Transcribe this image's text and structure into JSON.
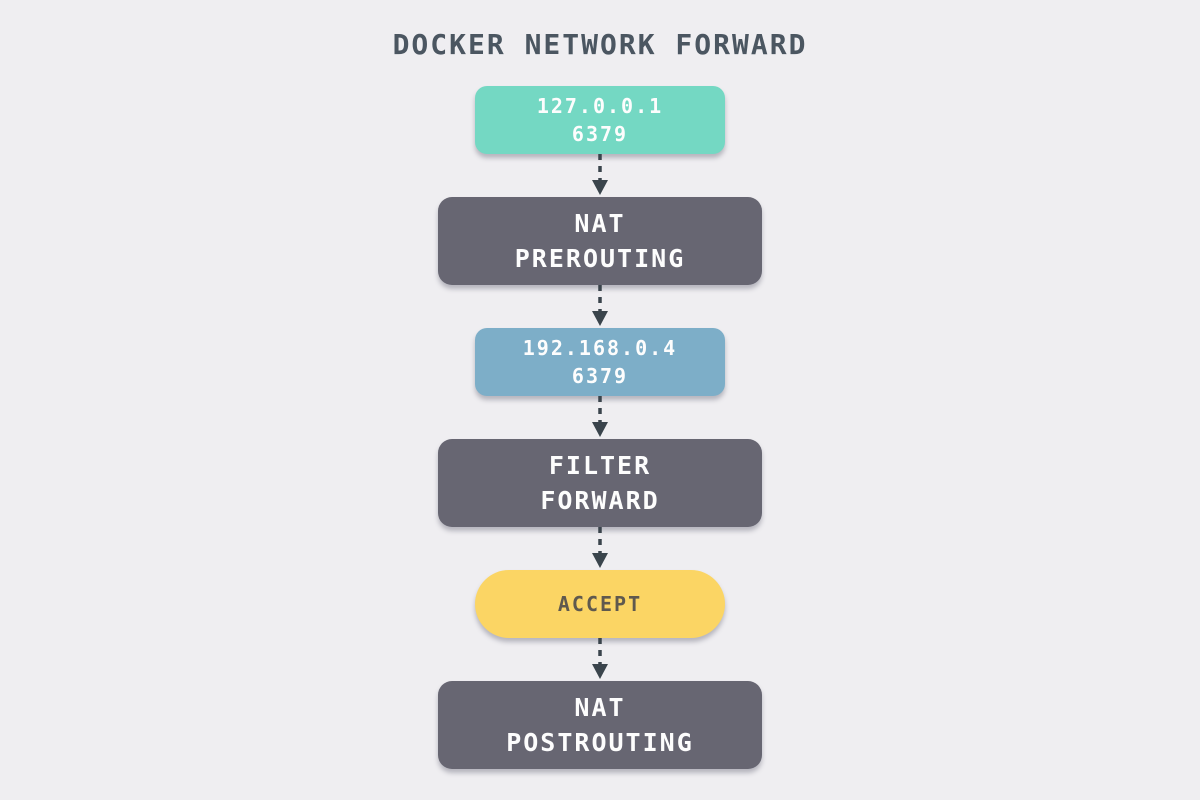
{
  "title": "DOCKER NETWORK FORWARD",
  "colors": {
    "bg": "#efeef1",
    "title": "#4b5661",
    "arrow": "#3a444c",
    "teal": "#74d8c3",
    "slate": "#676672",
    "blue": "#7daec8",
    "yellow": "#fbd564"
  },
  "nodes": [
    {
      "id": "source-endpoint",
      "shape": "rounded-rect",
      "bg": "#74d8c3",
      "fg": "#fdfdfd",
      "lines": [
        "127.0.0.1",
        "6379"
      ]
    },
    {
      "id": "nat-prerouting",
      "shape": "rounded-rect",
      "bg": "#676672",
      "fg": "#fdfdfd",
      "lines": [
        "NAT",
        "PREROUTING"
      ]
    },
    {
      "id": "bridge-endpoint",
      "shape": "rounded-rect",
      "bg": "#7daec8",
      "fg": "#fdfdfd",
      "lines": [
        "192.168.0.4",
        "6379"
      ]
    },
    {
      "id": "filter-forward",
      "shape": "rounded-rect",
      "bg": "#676672",
      "fg": "#fdfdfd",
      "lines": [
        "FILTER",
        "FORWARD"
      ]
    },
    {
      "id": "accept",
      "shape": "pill",
      "bg": "#fbd564",
      "fg": "#5f594e",
      "lines": [
        "ACCEPT"
      ]
    },
    {
      "id": "nat-postrouting",
      "shape": "rounded-rect",
      "bg": "#676672",
      "fg": "#fdfdfd",
      "lines": [
        "NAT",
        "POSTROUTING"
      ]
    }
  ]
}
